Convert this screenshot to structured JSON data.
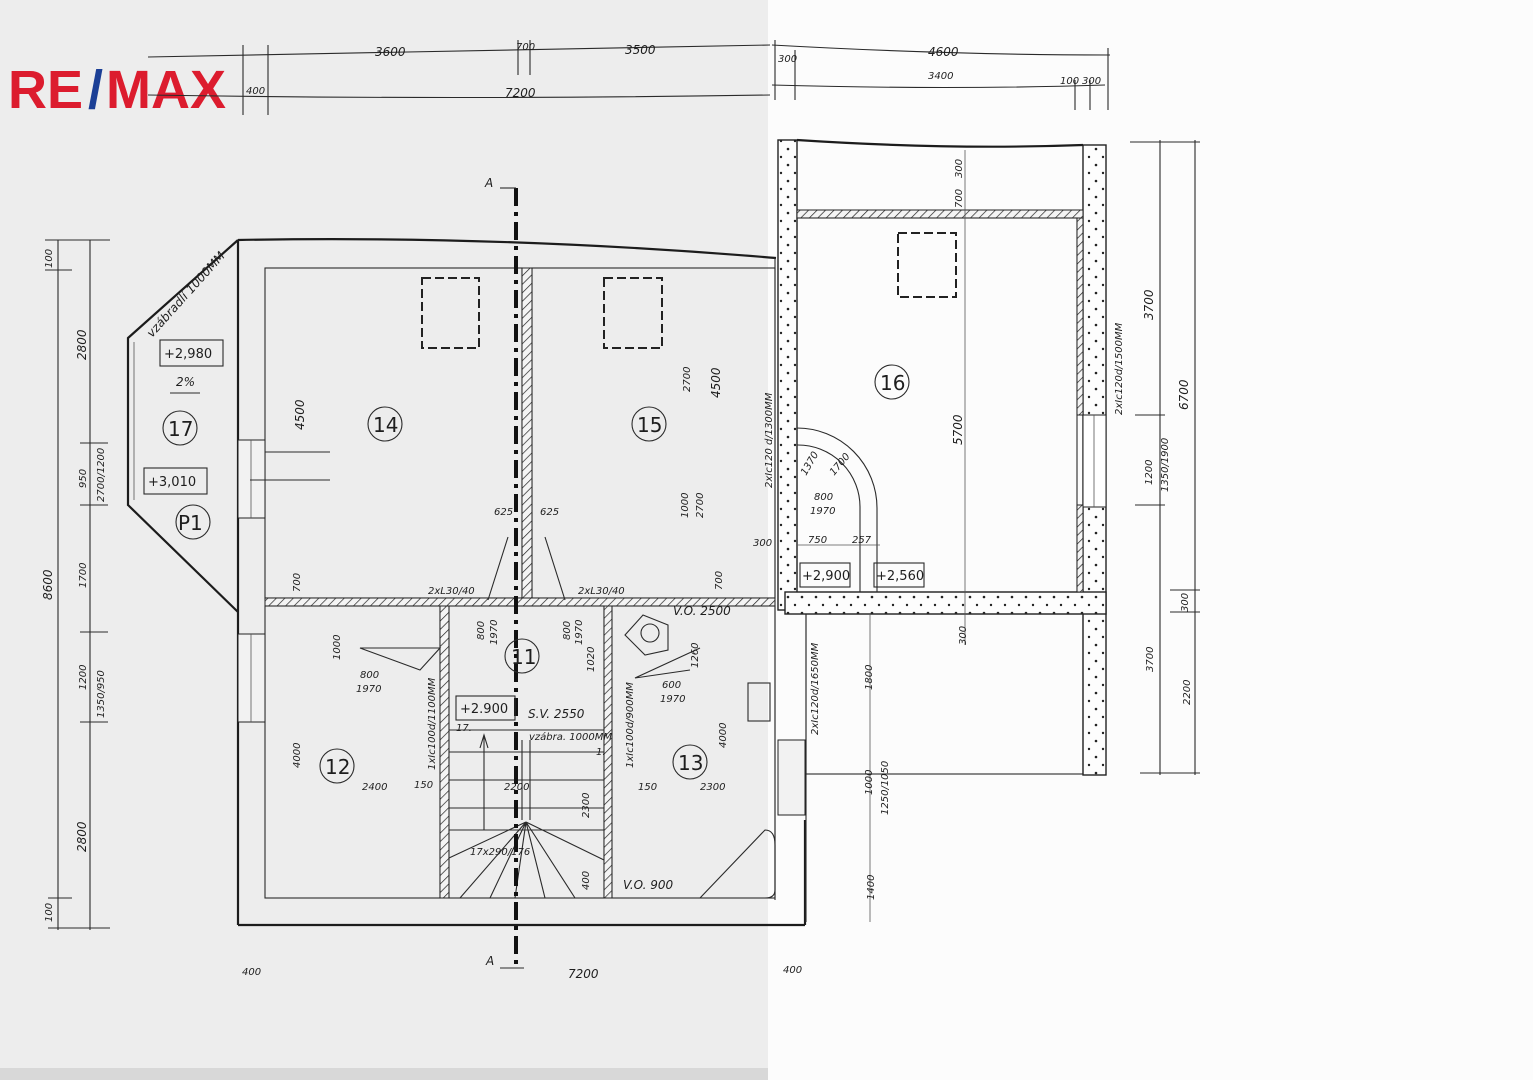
{
  "logo": {
    "left": "RE",
    "slash": "/",
    "right": "MAX",
    "colors": {
      "red": "#dc1c2e",
      "blue": "#1b3f96"
    }
  },
  "section_marks": [
    "A",
    "A"
  ],
  "rooms": {
    "r17": "17",
    "r14": "14",
    "r15": "15",
    "r16": "16",
    "p1": "P1",
    "r12": "12",
    "r11": "11",
    "r13": "13"
  },
  "levels": [
    "+2,980",
    "+3,010",
    "+2.900",
    "+2,900",
    "+2,560"
  ],
  "notes": {
    "railing_terrace": "vzábradlí 1000MM",
    "slope": "2%",
    "lintel_1": "2xL30/40",
    "lintel_2": "2xL30/40",
    "lintel_3": "1xIc100d/1100MM",
    "lintel_4": "1xIc100d/900MM",
    "lintel_5": "2xIc120 d/1300MM",
    "lintel_6": "2xIc120d/1500MM",
    "lintel_7": "2xIc120d/1650MM",
    "stair_height": "S.V. 2550",
    "stair_railing": "vzábra. 1000MM",
    "stair_steps": "17x290/176",
    "step_17": "17.",
    "step_1": "1.",
    "window_1": "V.O. 2500",
    "window_2": "V.O. 900"
  },
  "dims": [
    "3600",
    "700",
    "3500",
    "400",
    "7200",
    "4600",
    "3400",
    "300",
    "100",
    "300",
    "100",
    "2800",
    "950",
    "2700/1200",
    "8600",
    "1700",
    "1200",
    "1350/950",
    "2800",
    "100",
    "4500",
    "700",
    "625",
    "625",
    "2700",
    "4500",
    "1000",
    "2700",
    "700",
    "1000",
    "800",
    "1970",
    "800",
    "1970",
    "800",
    "1970",
    "1020",
    "1260",
    "600",
    "1970",
    "4000",
    "4000",
    "2400",
    "150",
    "2200",
    "150",
    "2300",
    "2300",
    "400",
    "400",
    "7200",
    "400",
    "300",
    "700",
    "5700",
    "3700",
    "6700",
    "1200",
    "1350/1900",
    "300",
    "300",
    "3700",
    "2200",
    "1800",
    "1000",
    "1250/1050",
    "1400",
    "800",
    "1970",
    "1370",
    "1700",
    "300",
    "750",
    "257"
  ]
}
